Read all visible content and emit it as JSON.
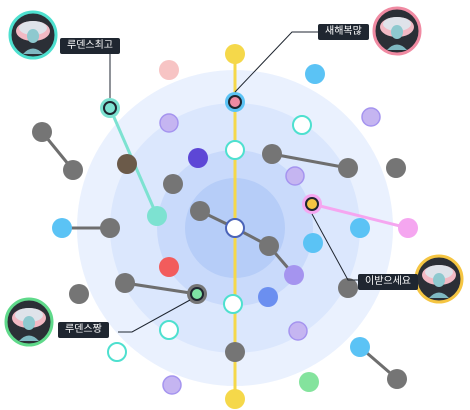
{
  "players": [
    {
      "id": "top-left",
      "name": "루덴스최고",
      "ring": "#4ee0cf",
      "marker": "#9ee6dd",
      "icon": "bust-avatar-icon"
    },
    {
      "id": "top-right",
      "name": "새해복많",
      "ring": "#f08aa2",
      "marker": "#f08aa2",
      "icon": "bust-avatar-icon"
    },
    {
      "id": "right",
      "name": "이받으세요",
      "ring": "#f5c542",
      "marker": "#f5c542",
      "icon": "bust-avatar-icon"
    },
    {
      "id": "bottom-left",
      "name": "루덴스짱",
      "ring": "#5fd98a",
      "marker": "#7fe3a5",
      "icon": "bust-avatar-icon"
    }
  ],
  "colors": {
    "ring_outer": "#eaf1fe",
    "ring_middle": "#dbe7fd",
    "ring_inner": "#c9dafb",
    "ring_core": "#b6cdf8",
    "axis_line": "#f5d84a",
    "tag_bg": "#1f2630",
    "node_gray": "#757575",
    "node_blue": "#5bc3f5",
    "node_lavender": "#c5b5f1",
    "node_purple": "#a594ef",
    "node_indigo": "#5d47d6",
    "node_mint": "#7de2d1",
    "node_red": "#f25c5c",
    "node_pink": "#f7c4c4",
    "node_green": "#84e39d",
    "node_magenta": "#f5a6f0",
    "node_brown": "#6b5a49",
    "node_royal": "#6b8ff0"
  }
}
